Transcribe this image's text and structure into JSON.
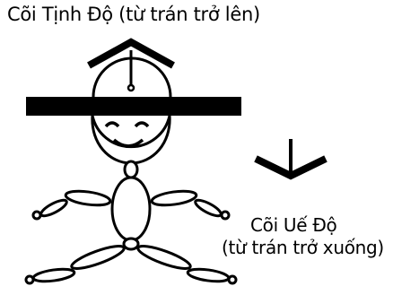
{
  "labels": {
    "upper_realm": "Cõi Tịnh Độ (từ trán trở lên)",
    "lower_realm_line1": "Cõi Uế Độ",
    "lower_realm_line2": "(từ trán trở xuống)"
  },
  "colors": {
    "ink": "#000000",
    "background": "#ffffff"
  }
}
